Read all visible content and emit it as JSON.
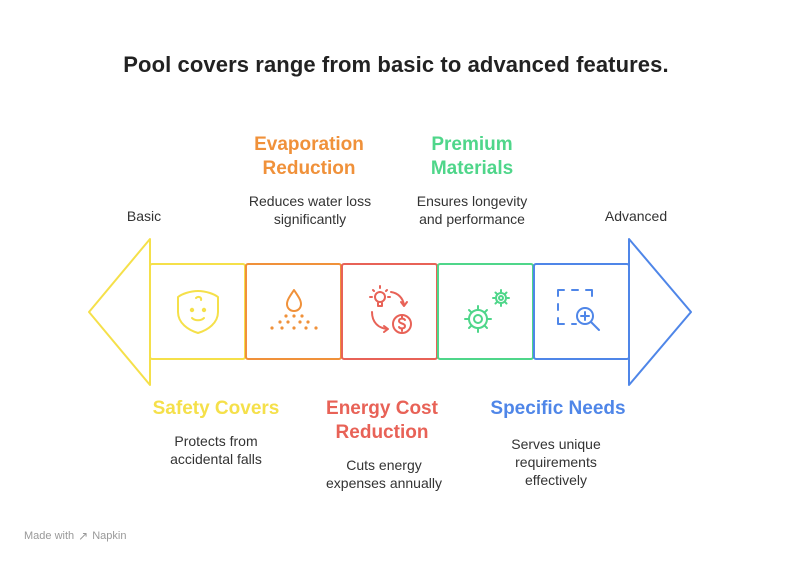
{
  "title": "Pool covers range from basic to advanced features.",
  "axis": {
    "start_label": "Basic",
    "end_label": "Advanced"
  },
  "colors": {
    "safety": "#F5E04A",
    "evaporation": "#F0913A",
    "energy": "#E86257",
    "premium": "#4FD68A",
    "specific": "#4F86E8"
  },
  "stages": [
    {
      "name": "Safety Covers",
      "description_lines": [
        "Protects from",
        "accidental falls"
      ],
      "icon": "baby-face-icon",
      "color": "#F5E04A",
      "position": "bottom"
    },
    {
      "name_lines": [
        "Evaporation",
        "Reduction"
      ],
      "description_lines": [
        "Reduces water loss",
        "significantly"
      ],
      "icon": "water-drop-icon",
      "color": "#F0913A",
      "position": "top"
    },
    {
      "name_lines": [
        "Energy Cost",
        "Reduction"
      ],
      "description_lines": [
        "Cuts energy",
        "expenses annually"
      ],
      "icon": "energy-savings-icon",
      "color": "#E86257",
      "position": "bottom"
    },
    {
      "name_lines": [
        "Premium",
        "Materials"
      ],
      "description_lines": [
        "Ensures longevity",
        "and performance"
      ],
      "icon": "gears-icon",
      "color": "#4FD68A",
      "position": "top"
    },
    {
      "name": "Specific Needs",
      "description_lines": [
        "Serves unique",
        "requirements",
        "effectively"
      ],
      "icon": "zoom-in-icon",
      "color": "#4F86E8",
      "position": "bottom"
    }
  ],
  "footer": {
    "made_with": "Made with",
    "brand": "Napkin"
  }
}
